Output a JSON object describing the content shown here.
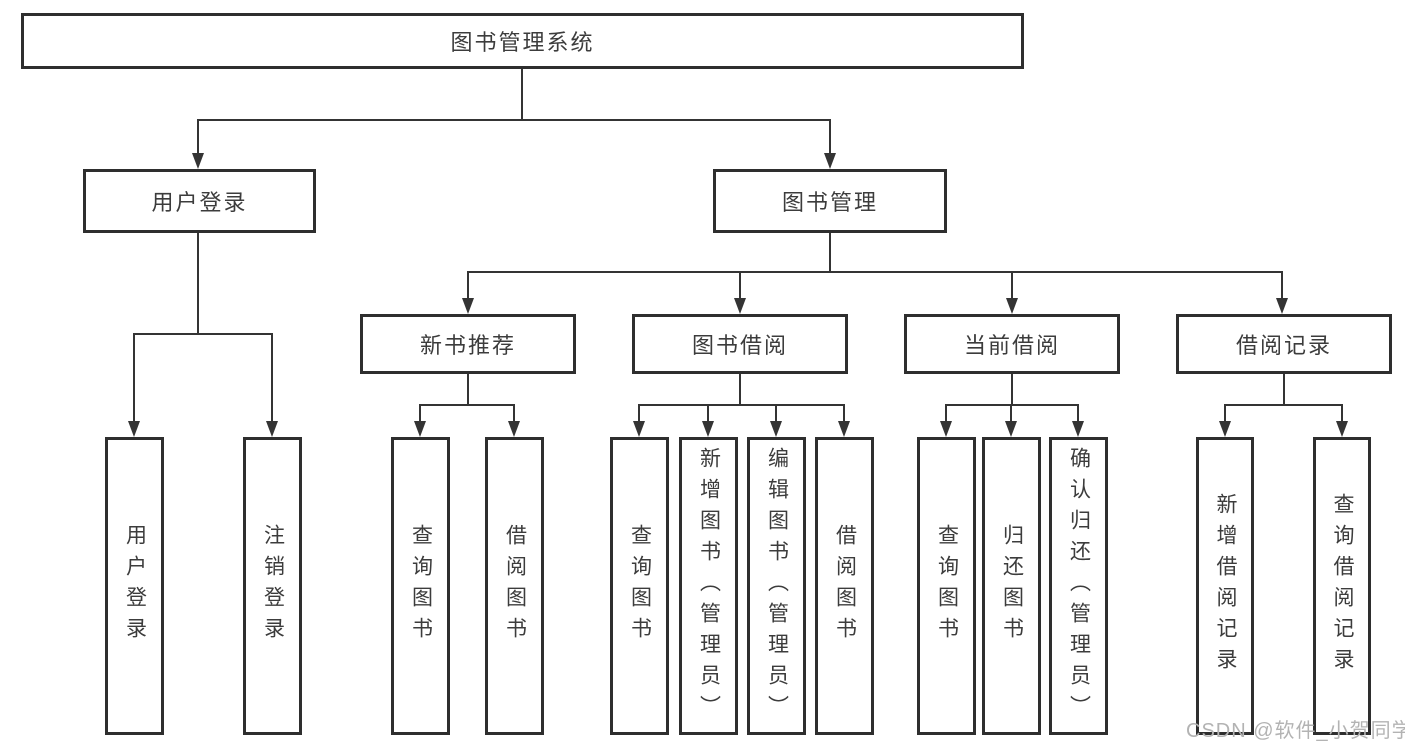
{
  "colors": {
    "line": "#343434",
    "border": "#2e2e2e",
    "text": "#3c3c3c",
    "watermark": "#b3b3b3"
  },
  "watermark": {
    "text": "CSDN @软件_小贺同学"
  },
  "tree": {
    "root": {
      "label": "图书管理系统"
    },
    "children": [
      {
        "label": "用户登录",
        "children": [
          {
            "label": "用户登录"
          },
          {
            "label": "注销登录"
          }
        ]
      },
      {
        "label": "图书管理",
        "children": [
          {
            "label": "新书推荐",
            "children": [
              {
                "label": "查询图书"
              },
              {
                "label": "借阅图书"
              }
            ]
          },
          {
            "label": "图书借阅",
            "children": [
              {
                "label": "查询图书"
              },
              {
                "label": "新增图书（管理员）"
              },
              {
                "label": "编辑图书（管理员）"
              },
              {
                "label": "借阅图书"
              }
            ]
          },
          {
            "label": "当前借阅",
            "children": [
              {
                "label": "查询图书"
              },
              {
                "label": "归还图书"
              },
              {
                "label": "确认归还（管理员）"
              }
            ]
          },
          {
            "label": "借阅记录",
            "children": [
              {
                "label": "新增借阅记录"
              },
              {
                "label": "查询借阅记录"
              }
            ]
          }
        ]
      }
    ]
  }
}
